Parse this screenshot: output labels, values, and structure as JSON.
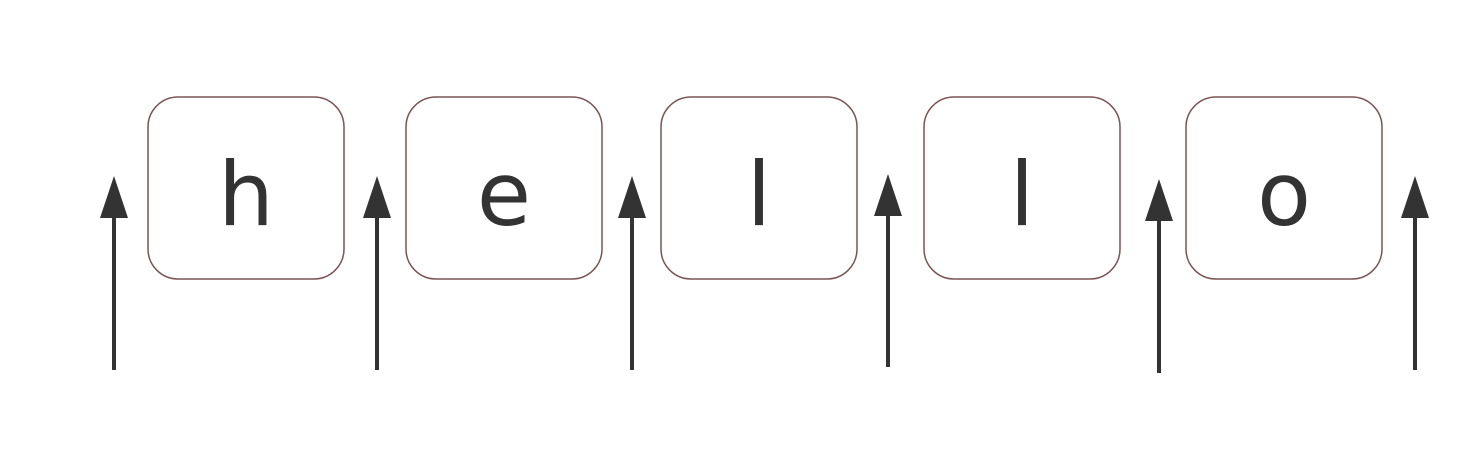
{
  "word": {
    "letters": [
      "h",
      "e",
      "l",
      "l",
      "o"
    ]
  },
  "colors": {
    "box_border": "#7a5454",
    "glyph": "#333333",
    "arrow": "#333333",
    "background": "#ffffff"
  },
  "icons": {
    "cursor_position": "arrow-up-icon"
  }
}
